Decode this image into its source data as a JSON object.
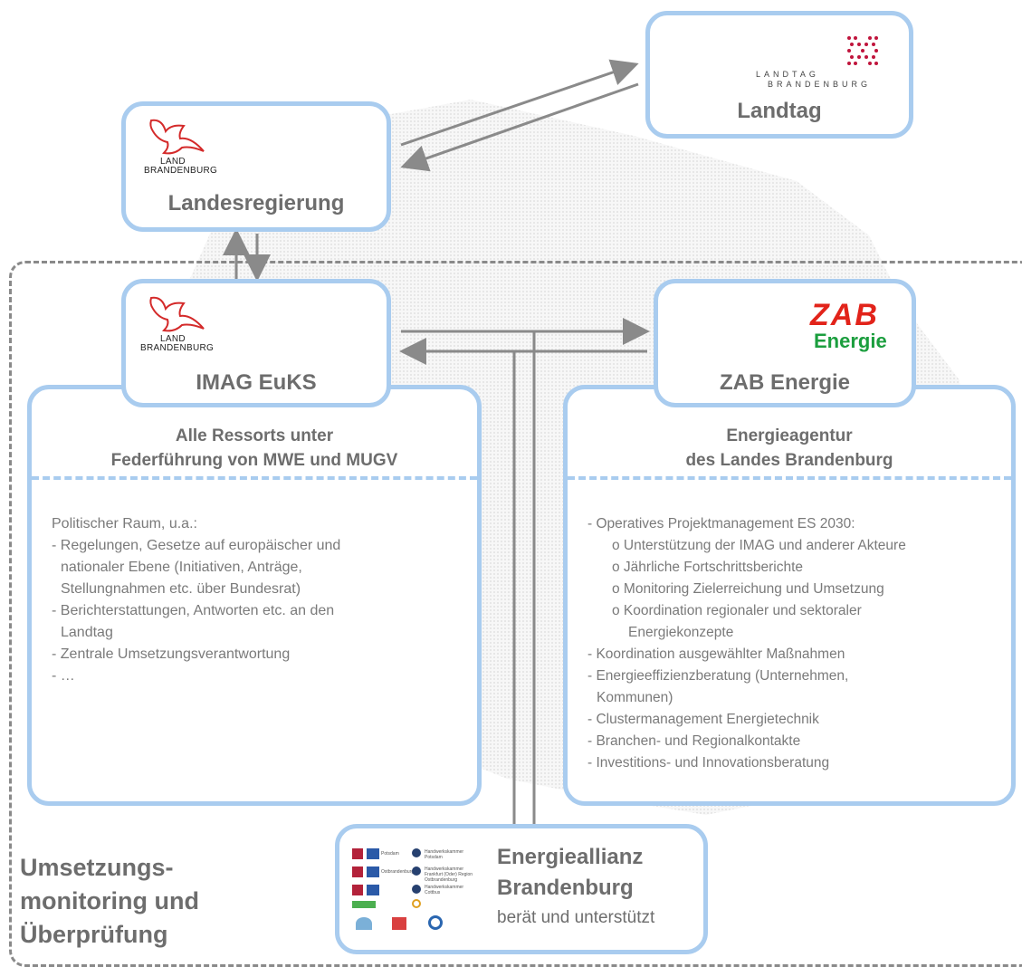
{
  "map_background": "brandenburg-map-silhouette",
  "colors": {
    "box_border": "#a9ccef",
    "arrows": "#8a8a8a",
    "zab_red": "#e2231a",
    "zab_green": "#1b9e3e",
    "landtag_red": "#c0143c"
  },
  "landtag": {
    "logo_line1": "LANDTAG",
    "logo_line2": "BRANDENBURG",
    "title": "Landtag"
  },
  "landesregierung": {
    "logo_line1": "LAND",
    "logo_line2": "BRANDENBURG",
    "title": "Landesregierung"
  },
  "imag": {
    "logo_line1": "LAND",
    "logo_line2": "BRANDENBURG",
    "title": "IMAG EuKS",
    "panel_heading_line1": "Alle Ressorts unter",
    "panel_heading_line2": "Federführung von MWE und MUGV",
    "items": [
      "Politischer Raum, u.a.:",
      "- Regelungen, Gesetze auf europäischer und",
      "  nationaler Ebene (Initiativen, Anträge,",
      "  Stellungnahmen etc. über Bundesrat)",
      "- Berichterstattungen, Antworten etc. an den",
      "  Landtag",
      "- Zentrale Umsetzungsverantwortung",
      "- …"
    ]
  },
  "zab": {
    "logo_line1": "ZAB",
    "logo_line2": "Energie",
    "title": "ZAB Energie",
    "panel_heading_line1": "Energieagentur",
    "panel_heading_line2": "des Landes Brandenburg",
    "items": [
      "- Operatives Projektmanagement ES 2030:",
      "o Unterstützung der IMAG und anderer Akteure",
      "o Jährliche Fortschrittsberichte",
      "o Monitoring Zielerreichung und Umsetzung",
      "o Koordination regionaler und sektoraler",
      "Energiekonzepte",
      "- Koordination ausgewählter Maßnahmen",
      "- Energieeffizienzberatung (Unternehmen,",
      "  Kommunen)",
      "- Clustermanagement Energietechnik",
      "- Branchen- und Regionalkontakte",
      "- Investitions- und Innovationsberatung"
    ]
  },
  "allianz": {
    "title_line1": "Energieallianz",
    "title_line2": "Brandenburg",
    "subtitle": "berät und unterstützt",
    "logo_labels": [
      "Potsdam",
      "Handwerkskammer Potsdam",
      "Ostbrandenburg",
      "Handwerkskammer Frankfurt (Oder) Region Ostbrandenburg",
      "Handwerkskammer Cottbus"
    ]
  },
  "footer": {
    "line1": "Umsetzungs-",
    "line2": "monitoring und",
    "line3": "Überprüfung"
  }
}
